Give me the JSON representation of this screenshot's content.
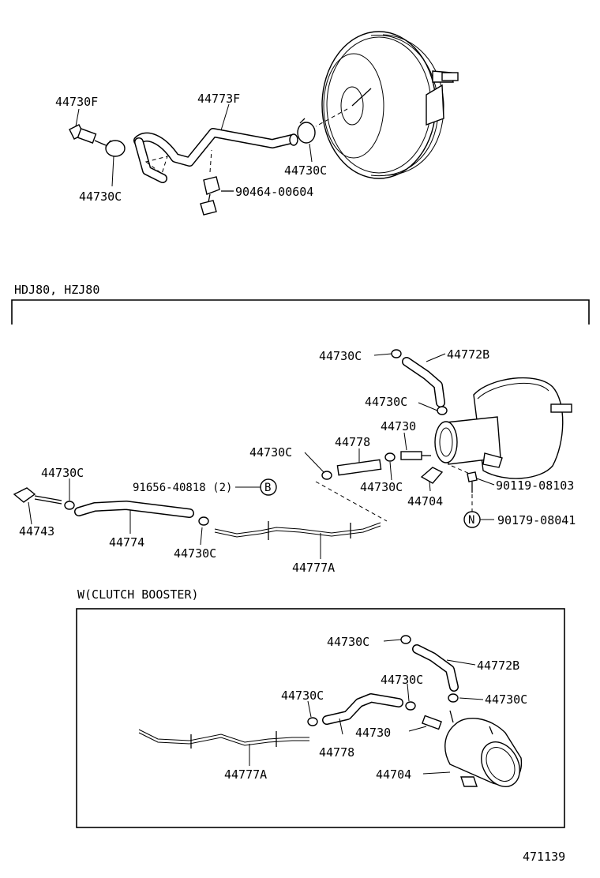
{
  "labels": {
    "top_check_valve": "44730F",
    "top_hose": "44773F",
    "top_clamp_left": "44730C",
    "top_clamp_right": "44730C",
    "top_clip": "90464-00604",
    "section1_title": "HDJ80, HZJ80",
    "s1_clamp_top": "44730C",
    "s1_hose_top": "44772B",
    "s1_clamp_mid": "44730C",
    "s1_valve": "44730",
    "s1_pipe": "44778",
    "s1_clamp_pipe_left": "44730C",
    "s1_clamp_pipe_right": "44730C",
    "s1_bracket": "44704",
    "s1_bolt": "90119-08103",
    "s1_nut": "90179-08041",
    "s1_clamp_left": "44730C",
    "s1_union": "44743",
    "s1_hose_long": "44774",
    "s1_clamp_bottom": "44730C",
    "s1_clip_spec": "91656-40818 (2)",
    "s1_tube": "44777A",
    "marker_b": "B",
    "marker_n": "N",
    "section2_title": "W(CLUTCH BOOSTER)",
    "s2_clamp_top": "44730C",
    "s2_hose_top": "44772B",
    "s2_clamp_right": "44730C",
    "s2_clamp_mid": "44730C",
    "s2_clamp_left": "44730C",
    "s2_valve": "44730",
    "s2_pipe": "44778",
    "s2_tube": "44777A",
    "s2_bracket": "44704",
    "figure_number": "471139"
  },
  "icons": {
    "brake_booster": "brake-booster-icon",
    "clutch_booster": "clutch-booster-icon",
    "vacuum_hose": "vacuum-hose-icon",
    "hose_clamp": "hose-clamp-icon",
    "check_valve": "check-valve-icon"
  }
}
